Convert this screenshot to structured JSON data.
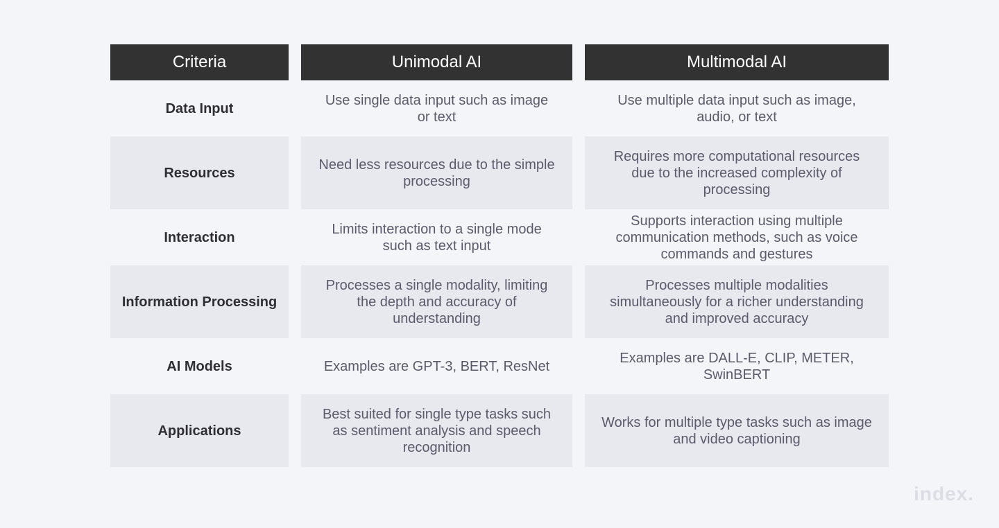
{
  "table": {
    "headers": [
      "Criteria",
      "Unimodal AI",
      "Multimodal AI"
    ],
    "rows": [
      {
        "criteria": "Data Input",
        "unimodal": "Use single data input such as image or text",
        "multimodal": "Use multiple data input such as image, audio, or text"
      },
      {
        "criteria": "Resources",
        "unimodal": "Need less resources due to the simple processing",
        "multimodal": "Requires more computational resources due to the increased complexity of processing"
      },
      {
        "criteria": "Interaction",
        "unimodal": "Limits interaction to a single mode such as text input",
        "multimodal": "Supports interaction using multiple communication methods, such as voice commands and gestures"
      },
      {
        "criteria": "Information Processing",
        "unimodal": "Processes a single modality, limiting the depth and accuracy of understanding",
        "multimodal": "Processes multiple modalities simultaneously for a richer understanding and improved accuracy"
      },
      {
        "criteria": "AI Models",
        "unimodal": "Examples are GPT-3, BERT, ResNet",
        "multimodal": "Examples are DALL-E, CLIP, METER, SwinBERT"
      },
      {
        "criteria": "Applications",
        "unimodal": "Best suited for single type tasks such as sentiment analysis and speech recognition",
        "multimodal": "Works for multiple type tasks such as image and video captioning"
      }
    ]
  },
  "watermark": "index.",
  "colors": {
    "background": "#f4f5f9",
    "header_bg": "#323232",
    "shaded_row_bg": "#e8e9ef",
    "body_text": "#595b6b",
    "criteria_text": "#2e2e33"
  }
}
